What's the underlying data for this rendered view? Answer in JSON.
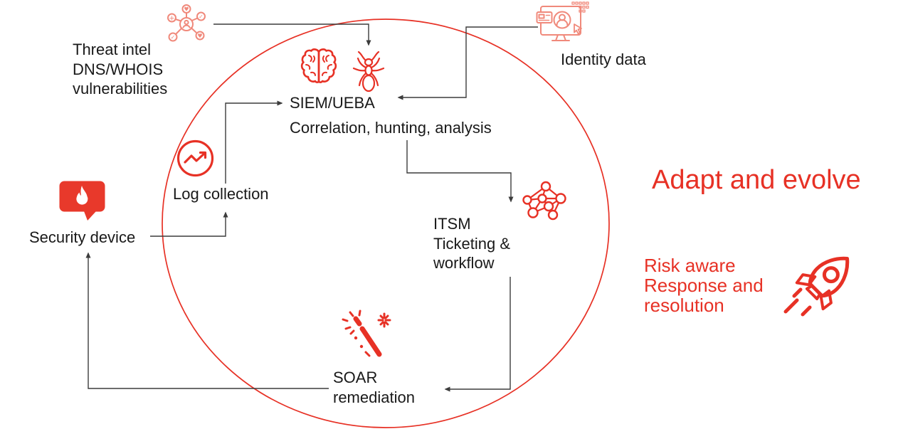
{
  "colors": {
    "red": "#e73125",
    "red_light": "#f0897b",
    "red_fill": "#e8392b",
    "arrow": "#3c3c3c",
    "ink": "#191919",
    "bg": "#ffffff"
  },
  "nodes": {
    "threat_intel": {
      "lines": [
        "Threat intel",
        "DNS/WHOIS",
        "vulnerabilities"
      ],
      "icon": "social-graph-icon"
    },
    "identity": {
      "label": "Identity data",
      "icon": "monitor-user-icon"
    },
    "siem": {
      "label": "SIEM/UEBA",
      "sublabel": "Correlation, hunting, analysis",
      "icons": "brain-icon ant-icon"
    },
    "log_collection": {
      "label": "Log collection",
      "icon": "trend-chart-icon"
    },
    "security_device": {
      "label": "Security device",
      "icon": "alert-bubble-flame-icon"
    },
    "itsm": {
      "lines": [
        "ITSM",
        "Ticketing &",
        "workflow"
      ],
      "icon": "network-graph-icon"
    },
    "soar": {
      "lines": [
        "SOAR",
        "remediation"
      ],
      "icon": "magic-wand-icon"
    }
  },
  "callouts": {
    "adapt": {
      "label": "Adapt and evolve"
    },
    "risk": {
      "lines": [
        "Risk aware",
        "Response and",
        "resolution"
      ],
      "icon": "rocket-icon"
    }
  }
}
